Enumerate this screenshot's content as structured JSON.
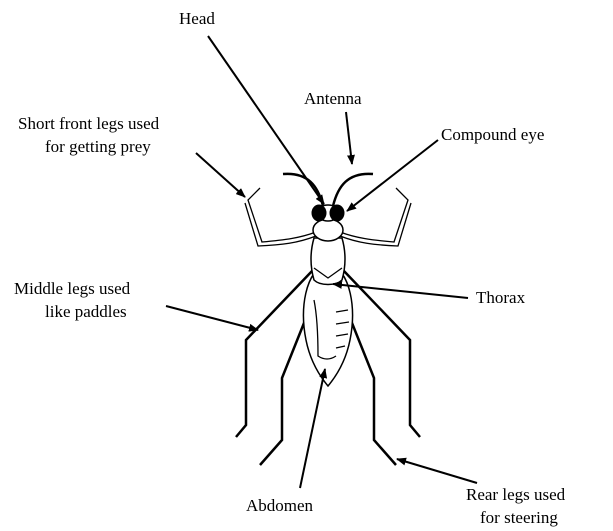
{
  "diagram": {
    "labels": {
      "head": "Head",
      "antenna": "Antenna",
      "compound_eye": "Compound eye",
      "front_legs_line1": "Short front legs used",
      "front_legs_line2": "for getting prey",
      "middle_legs_line1": "Middle legs used",
      "middle_legs_line2": "like paddles",
      "thorax": "Thorax",
      "abdomen": "Abdomen",
      "rear_legs_line1": "Rear legs used",
      "rear_legs_line2": "for steering"
    }
  }
}
